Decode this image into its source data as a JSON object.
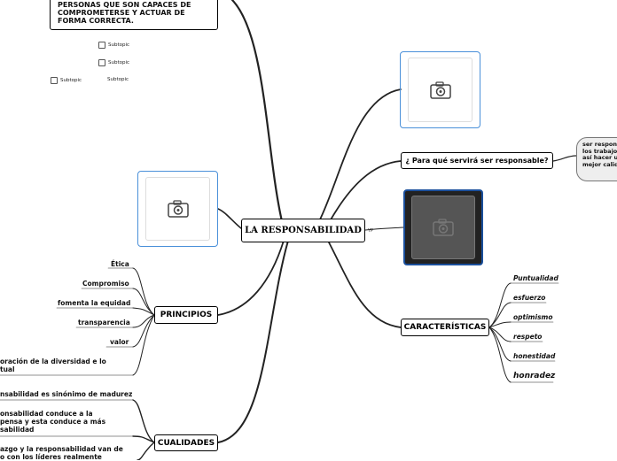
{
  "central": {
    "label": "LA RESPONSABILIDAD"
  },
  "top_box": {
    "text": "PERSONAS QUE SON CAPACES DE\nCOMPROMETERSE Y ACTUAR DE\nFORMA CORRECTA."
  },
  "subtopics": [
    "Subtopic",
    "Subtopic",
    "Subtopic",
    "Subtopic"
  ],
  "question": {
    "label": "¿ Para qué servirá ser responsable?",
    "note": "ser respon\nlos trabajo\nasí hacer u\nmejor calid"
  },
  "principios": {
    "label": "PRINCIPIOS",
    "items": [
      "Ética",
      "Compromiso",
      "fomenta la equidad",
      "transparencia",
      "valor"
    ],
    "last_item": "oración de la diversidad e lo\ntual"
  },
  "cualidades": {
    "label": "CUALIDADES",
    "items": [
      "nsabilidad es sinónimo de madurez",
      "onsabilidad  conduce a la\npensa y esta conduce a más\nsabilidad",
      "azgo y la responsabilidad van de\no con los líderes realmente"
    ]
  },
  "caracteristicas": {
    "label": "CARACTERÍSTICAS",
    "items": [
      "Puntualidad",
      "esfuerzo",
      "optimismo",
      "respeto",
      "honestidad",
      "honradez"
    ]
  },
  "yp_label": "YP",
  "icons": [
    "camera-icon"
  ],
  "colors": {
    "line": "#222222",
    "photo_border": "#4a90d9",
    "dark_photo": "#555555",
    "dark_photo_border": "#1a4f9c"
  }
}
